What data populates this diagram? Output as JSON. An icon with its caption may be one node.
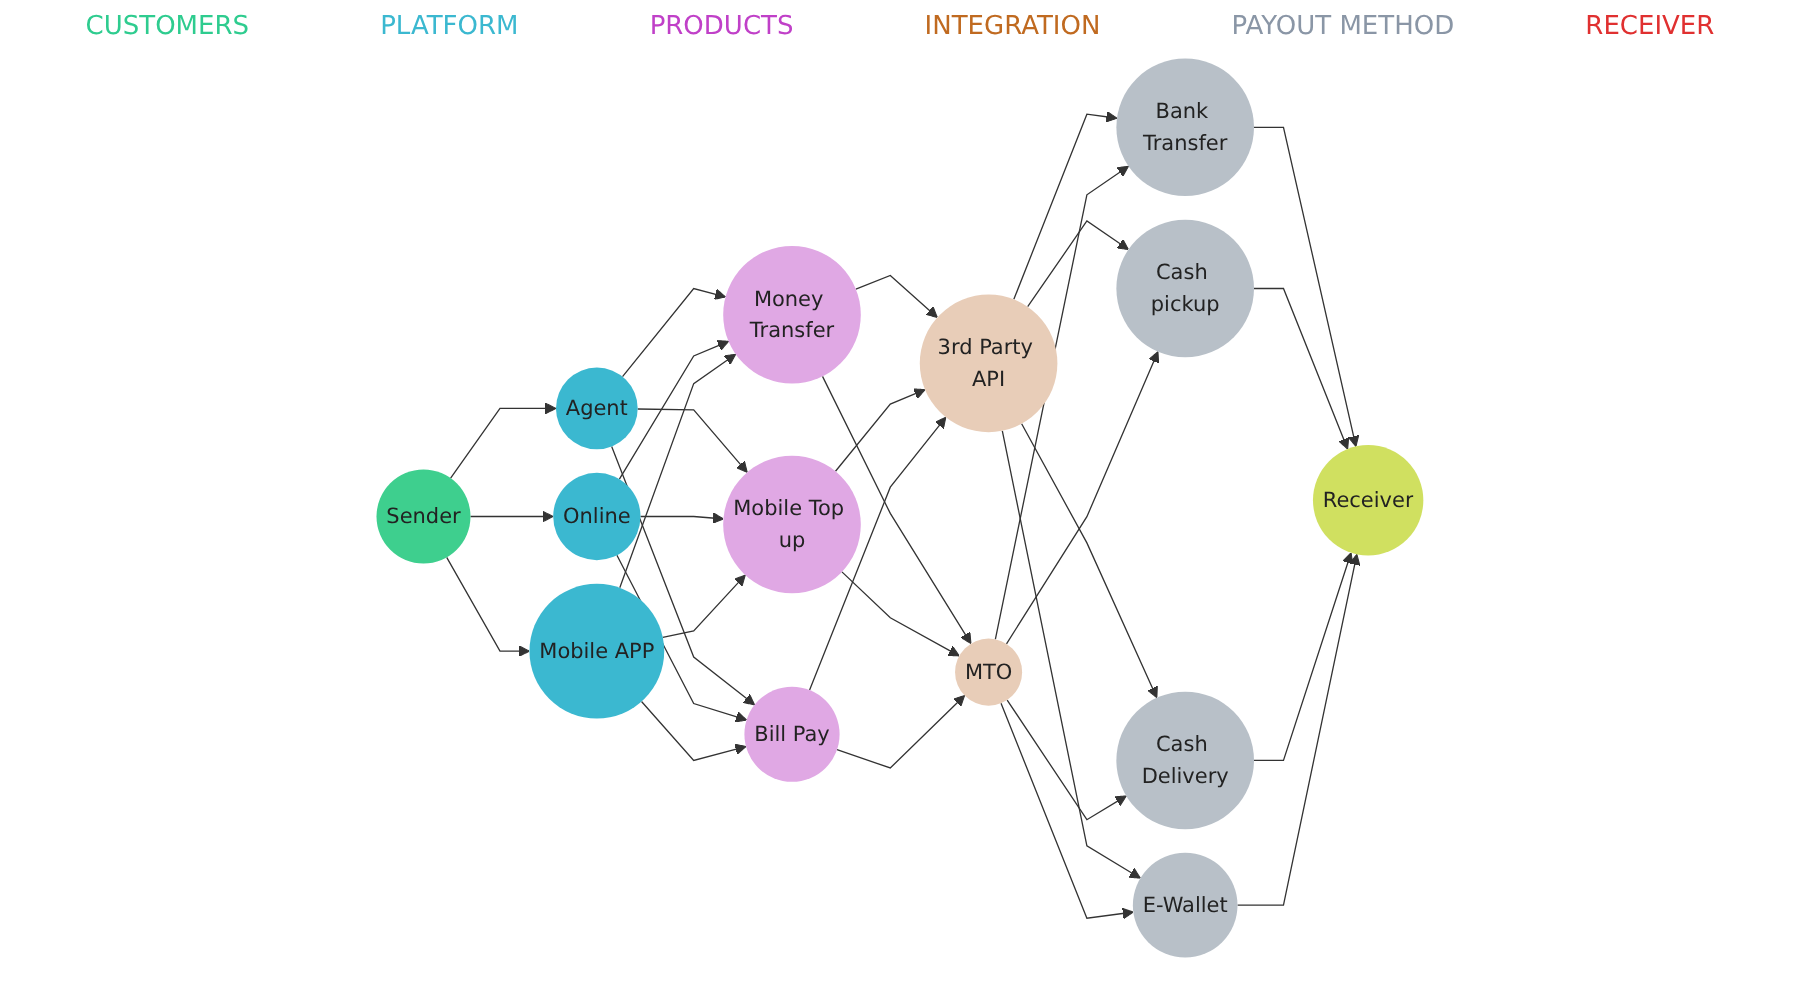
{
  "diagram": {
    "nodes": [
      {
        "text": [
          "Sender"
        ]
      },
      {
        "text": [
          "Agent"
        ]
      },
      {
        "text": [
          "Online"
        ]
      },
      {
        "text": [
          "Mobile APP"
        ]
      },
      {
        "text": [
          "Money Transfer"
        ]
      },
      {
        "text": [
          "Mobile Top up"
        ]
      },
      {
        "text": [
          "Bill Pay"
        ]
      },
      {
        "text": [
          "3rd Party API"
        ]
      },
      {
        "text": [
          "MTO"
        ]
      },
      {
        "text": [
          "Bank Transfer"
        ]
      },
      {
        "text": [
          "Cash pickup"
        ]
      },
      {
        "text": [
          "Cash Delivery"
        ]
      },
      {
        "text": [
          "E-Wallet"
        ]
      },
      {
        "text": [
          "Receiver"
        ]
      }
    ],
    "edges": [
      {
        "from": 0,
        "to": 1,
        "arrow": "to"
      },
      {
        "from": 0,
        "to": 2,
        "arrow": "to"
      },
      {
        "from": 0,
        "to": 3,
        "arrow": "to"
      },
      {
        "from": 1,
        "to": 4,
        "arrow": "to"
      },
      {
        "from": 1,
        "to": 5,
        "arrow": "to"
      },
      {
        "from": 1,
        "to": 6,
        "arrow": "to"
      },
      {
        "from": 2,
        "to": 4,
        "arrow": "to"
      },
      {
        "from": 2,
        "to": 5,
        "arrow": "to"
      },
      {
        "from": 2,
        "to": 6,
        "arrow": "to"
      },
      {
        "from": 3,
        "to": 4,
        "arrow": "to"
      },
      {
        "from": 3,
        "to": 5,
        "arrow": "to"
      },
      {
        "from": 3,
        "to": 6,
        "arrow": "to"
      },
      {
        "from": 4,
        "to": 7,
        "arrow": "to"
      },
      {
        "from": 4,
        "to": 8,
        "arrow": "to"
      },
      {
        "from": 5,
        "to": 7,
        "arrow": "to"
      },
      {
        "from": 5,
        "to": 8,
        "arrow": "to"
      },
      {
        "from": 6,
        "to": 7,
        "arrow": "to"
      },
      {
        "from": 6,
        "to": 8,
        "arrow": "to"
      },
      {
        "from": 7,
        "to": 9,
        "arrow": "to"
      },
      {
        "from": 7,
        "to": 10,
        "arrow": "to"
      },
      {
        "from": 7,
        "to": 11,
        "arrow": "to"
      },
      {
        "from": 7,
        "to": 12,
        "arrow": "to"
      },
      {
        "from": 8,
        "to": 9,
        "arrow": "to"
      },
      {
        "from": 8,
        "to": 10,
        "arrow": "to"
      },
      {
        "from": 8,
        "to": 11,
        "arrow": "to"
      },
      {
        "from": 8,
        "to": 12,
        "arrow": "to"
      },
      {
        "from": 9,
        "to": 13,
        "arrow": "to"
      },
      {
        "from": 10,
        "to": 13,
        "arrow": "to"
      },
      {
        "from": 11,
        "to": 13,
        "arrow": "to"
      },
      {
        "from": 12,
        "to": 13,
        "arrow": "to"
      }
    ],
    "labels": [
      "CUSTOMERS",
      "PLATFORM",
      "PRODUCTS",
      "INTEGRATION",
      "PAYOUT METHOD",
      "RECEIVER"
    ]
  }
}
